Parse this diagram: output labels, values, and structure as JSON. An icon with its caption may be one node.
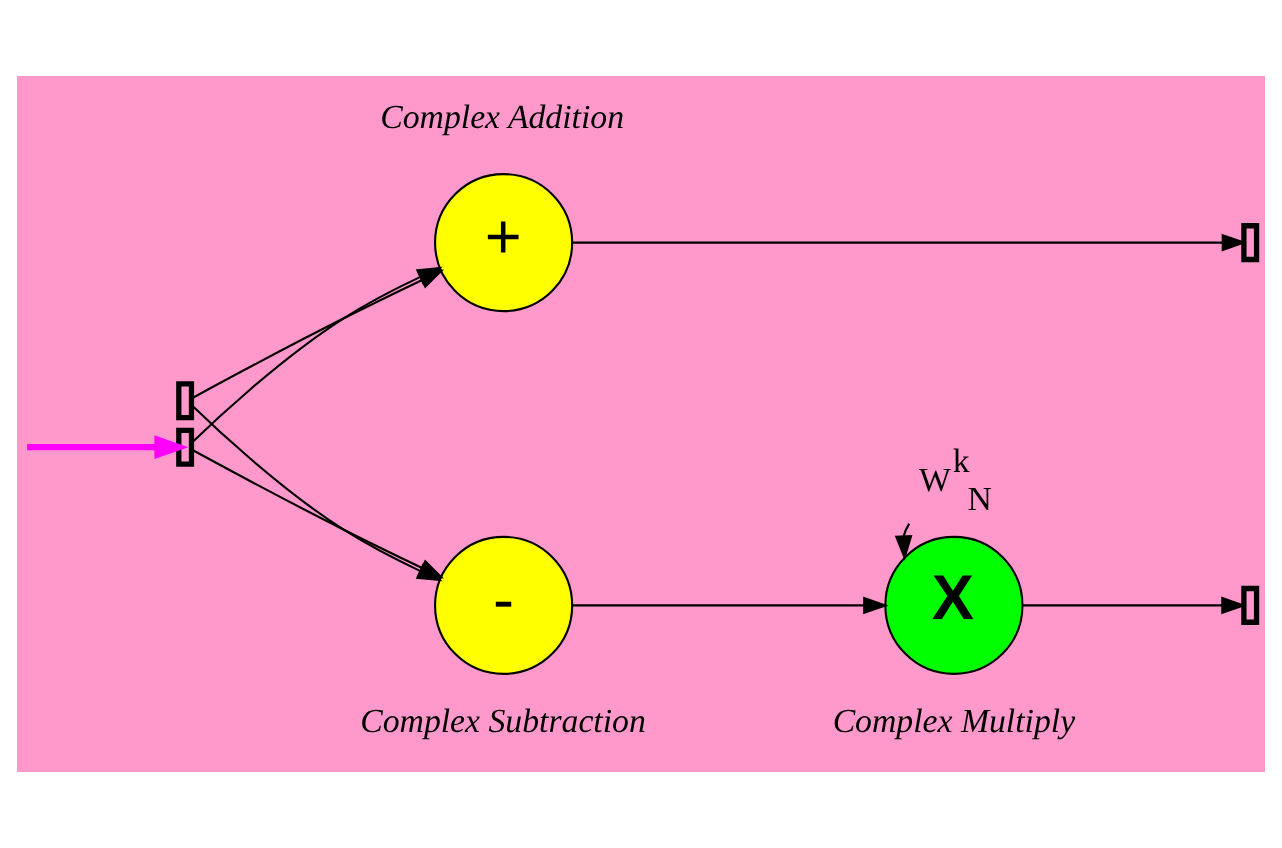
{
  "diagram": {
    "nodes": [
      {
        "text": [],
        "shape": "box"
      },
      {
        "text": [],
        "shape": "box"
      },
      {
        "text": [
          "+"
        ],
        "beside": [
          "Complex Addition"
        ]
      },
      {
        "text": [
          "-"
        ],
        "beside": [
          "Complex Subtraction"
        ]
      },
      {
        "text": [
          "X"
        ],
        "beside": [
          "Complex Multiply"
        ]
      },
      {
        "text": [
          "W$^{k}$$_{N}$"
        ]
      },
      {
        "text": [],
        "shape": "box"
      },
      {
        "text": [],
        "shape": "box"
      }
    ],
    "edges": [
      {
        "from": 0,
        "to": 2,
        "arrow": "to"
      },
      {
        "from": 0,
        "to": 3,
        "arrow": "to"
      },
      {
        "from": 1,
        "to": 2,
        "arrow": "to"
      },
      {
        "from": 1,
        "to": 3,
        "arrow": "to"
      },
      {
        "from": 2,
        "to": 6,
        "arrow": "to"
      },
      {
        "from": 3,
        "to": 4,
        "arrow": "to"
      },
      {
        "from": 5,
        "to": 4,
        "arrow": "to"
      },
      {
        "from": 4,
        "to": 7,
        "arrow": "to"
      },
      {
        "from": null,
        "to": 1,
        "arrow": "to",
        "style": "thick",
        "color": "#ff00ff"
      }
    ]
  }
}
